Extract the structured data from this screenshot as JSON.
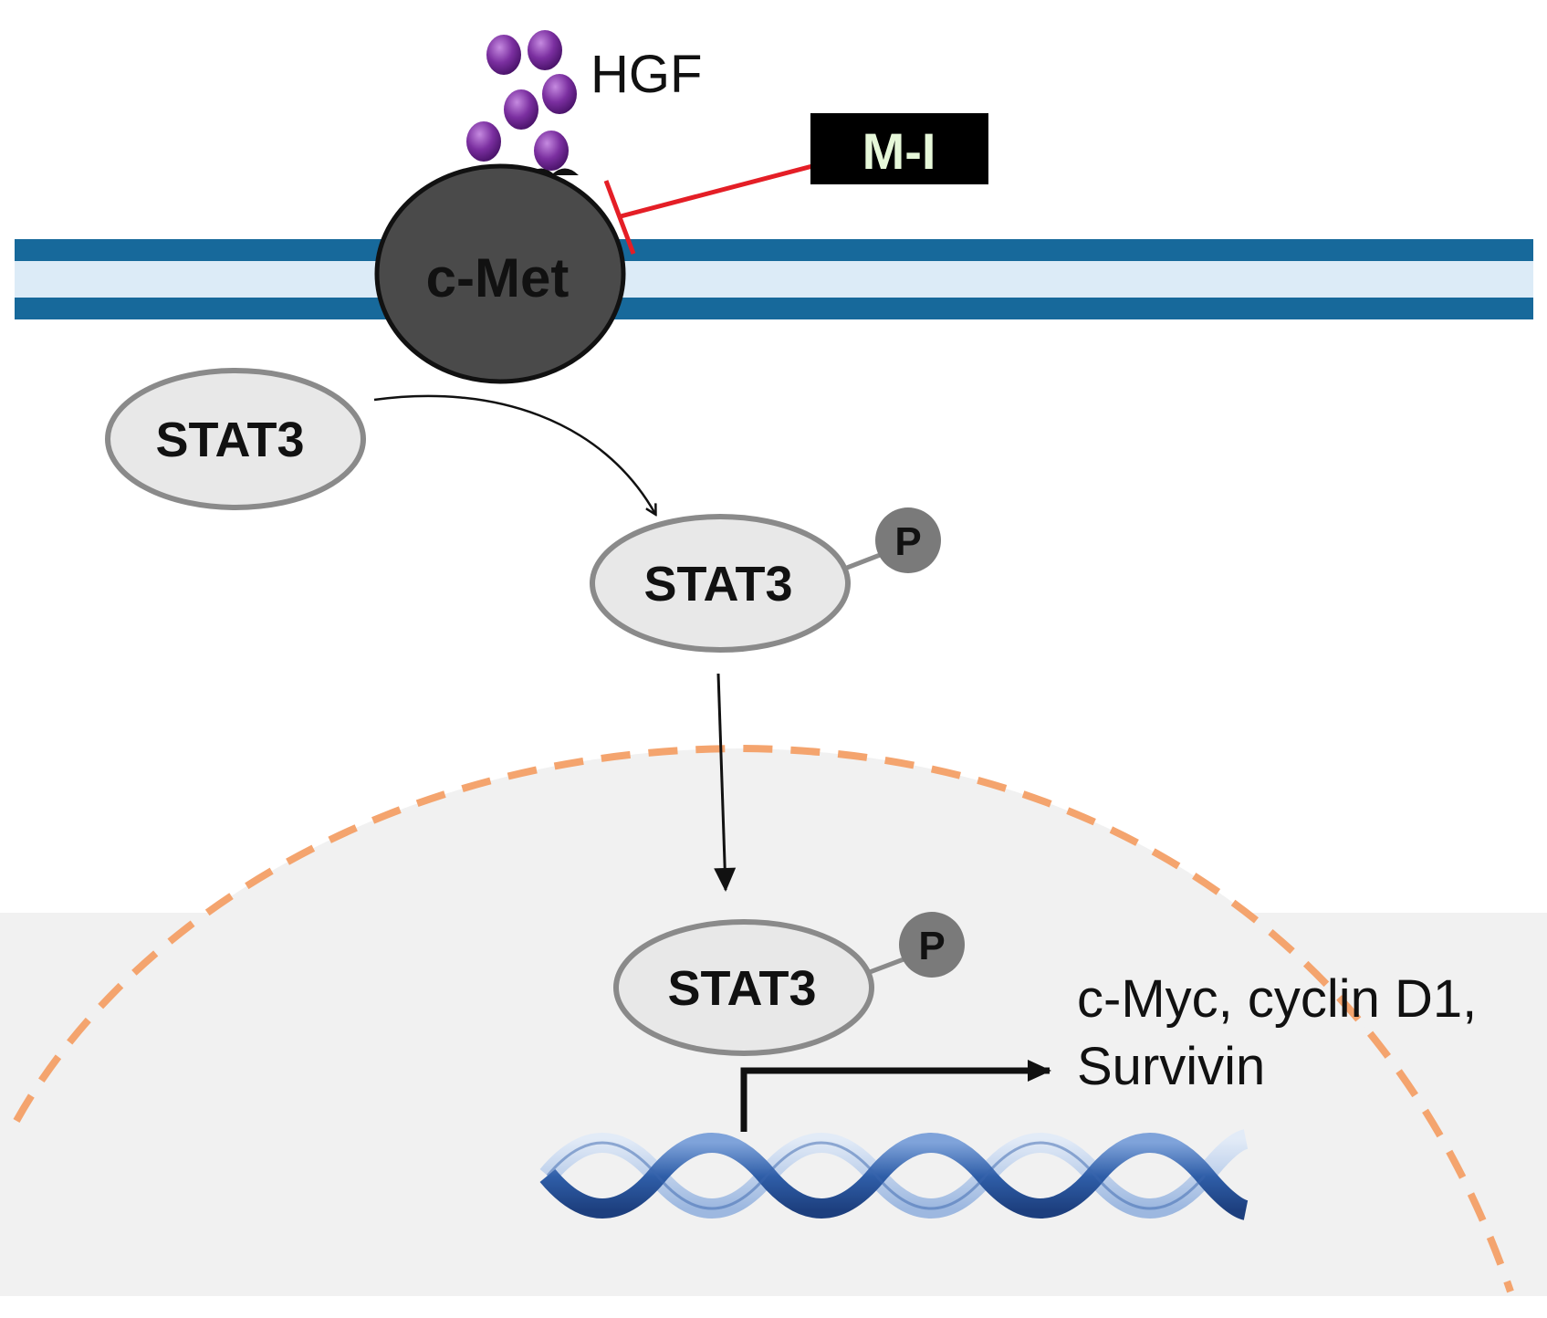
{
  "ligand": {
    "label": "HGF"
  },
  "inhibitor": {
    "label": "M-I"
  },
  "receptor": {
    "label": "c-Met"
  },
  "stat3_cytoplasm": {
    "label": "STAT3"
  },
  "stat3_phosphorylated": {
    "label": "STAT3",
    "phospho_label": "P"
  },
  "stat3_nuclear": {
    "label": "STAT3",
    "phospho_label": "P"
  },
  "target_genes": {
    "line1": "c-Myc, cyclin D1,",
    "line2": "Survivin"
  },
  "colors": {
    "membrane_dark": "#17699b",
    "membrane_light": "#dcebf7",
    "receptor_fill": "#4a4a4a",
    "ligand": "#7b2fa0",
    "inhibitor_bar": "#e41e26",
    "stat3_fill": "#e8e8e8",
    "stat3_stroke": "#8a8a8a",
    "phospho_fill": "#7a7a7a",
    "nucleus_border": "#f4a46e",
    "nucleus_fill": "#f1f1f1",
    "dna": "#3a66ad"
  }
}
